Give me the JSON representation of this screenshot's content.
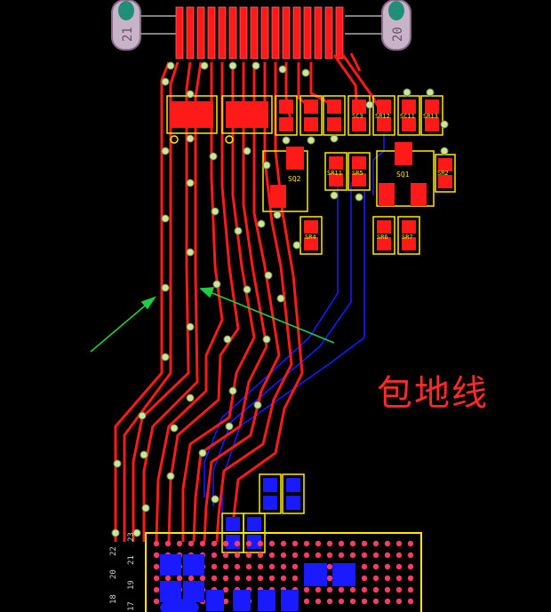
{
  "annotation": "包地线",
  "connectors": [
    {
      "label": "21"
    },
    {
      "label": "20"
    }
  ],
  "components": {
    "sq2": "SQ2",
    "sq1": "SQ1",
    "sc3": "SC3",
    "sr12": "SR12",
    "sc11": "SC11",
    "sr13": "SR13",
    "sr11": "SR11",
    "sr5": "SR5",
    "sr4": "SR4",
    "sr6": "SR6",
    "sr7": "SR7",
    "sr2": "SR2"
  },
  "pin_labels": [
    "23",
    "22",
    "21",
    "20",
    "19",
    "18",
    "17"
  ],
  "colors": {
    "background": "#000000",
    "top_copper": "#ff1a1a",
    "bottom_copper": "#1a1aff",
    "silkscreen": "#ffea00",
    "via": "#cfe3a0",
    "arrow": "#22cc44",
    "annotation": "#ff2a2a"
  }
}
